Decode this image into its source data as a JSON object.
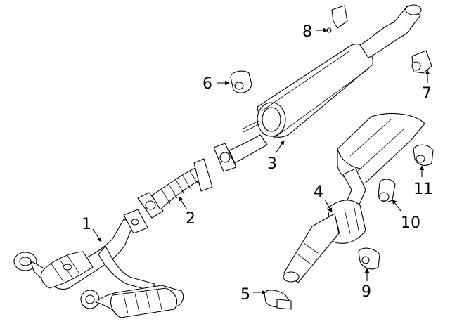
{
  "callouts": {
    "c1": "1",
    "c2": "2",
    "c3": "3",
    "c4": "4",
    "c5": "5",
    "c6": "6",
    "c7": "7",
    "c8": "8",
    "c9": "9",
    "c10": "10",
    "c11": "11"
  },
  "colors": {
    "line": "#000000",
    "fill": "#ffffff",
    "background": "#ffffff"
  }
}
